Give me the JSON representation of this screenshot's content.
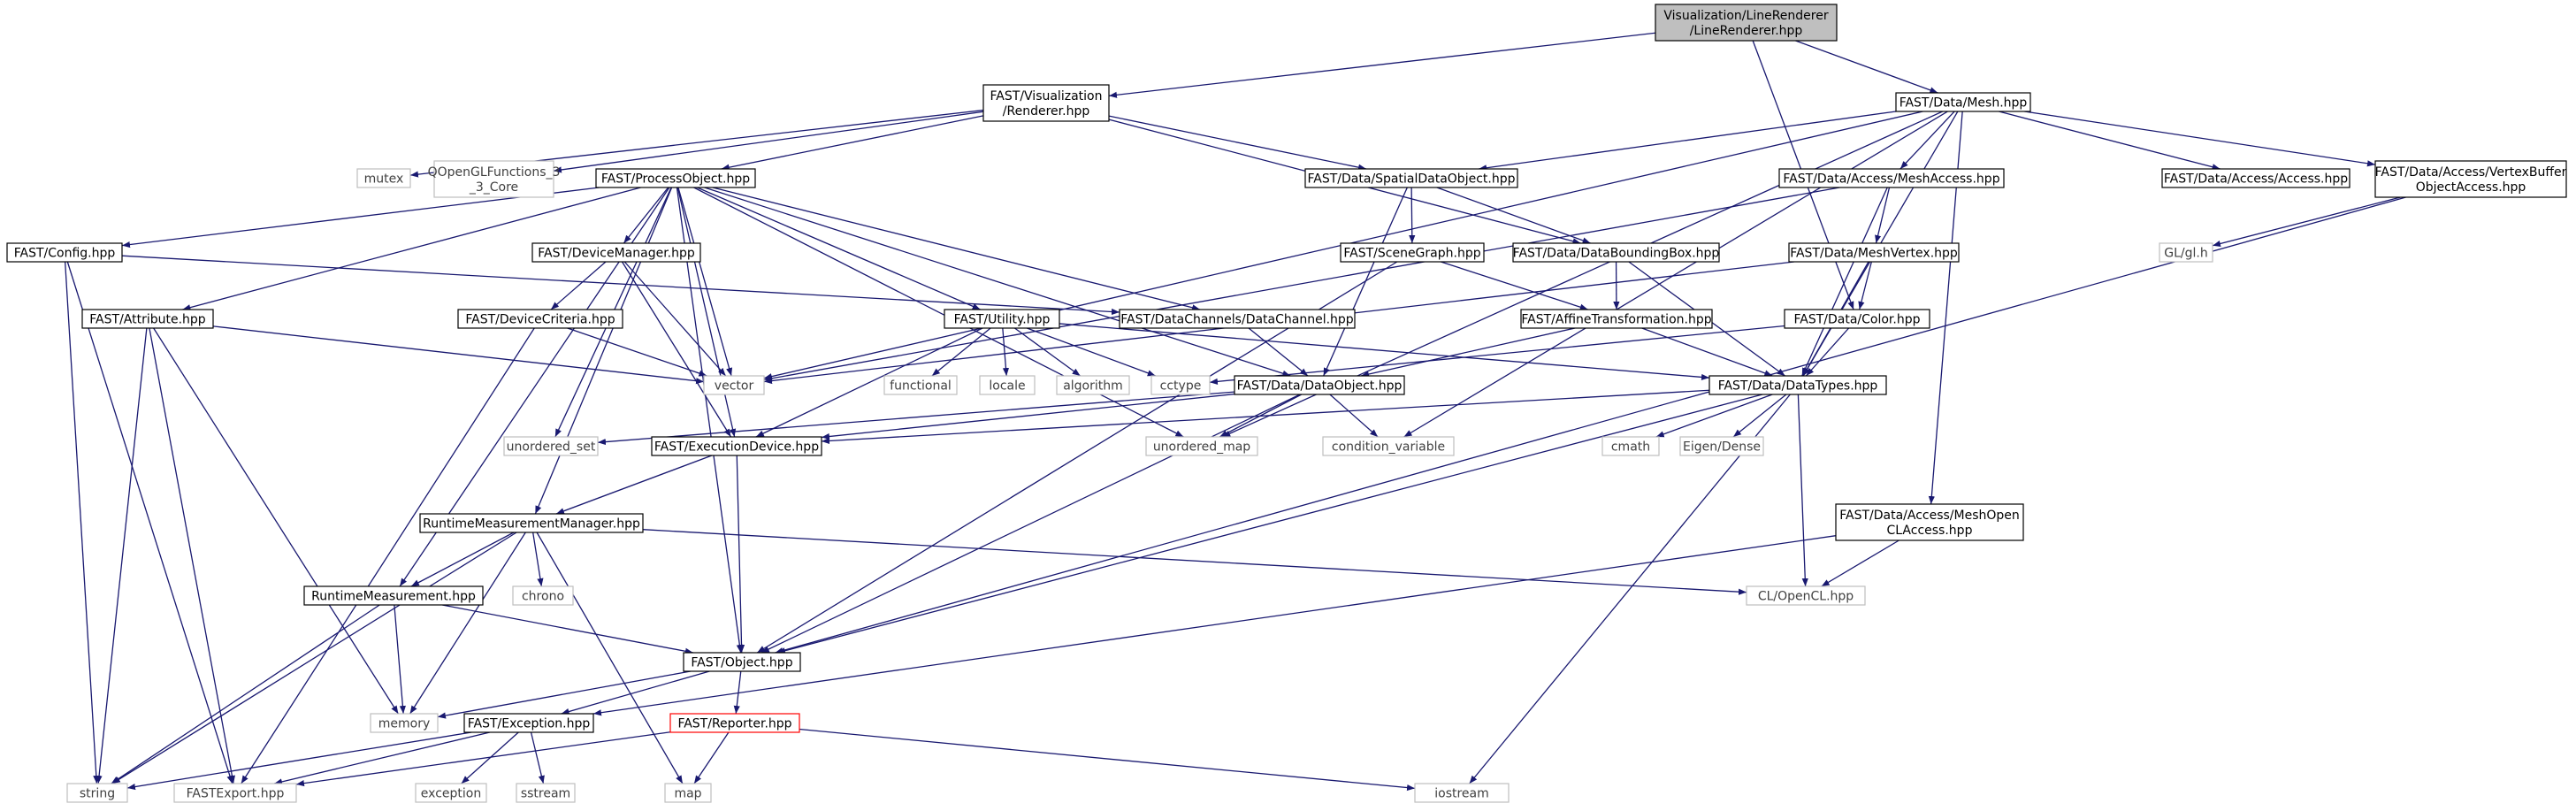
{
  "colors": {
    "edge": "#191970",
    "root_fill": "#bfbfbf",
    "node_border": "#000000",
    "external_border": "#bfbfbf",
    "external_text": "#404040",
    "highlight_border": "#ff0000"
  },
  "nodes": [
    {
      "id": "root",
      "lines": [
        "Visualization/LineRenderer",
        "/LineRenderer.hpp"
      ],
      "kind": "root"
    },
    {
      "id": "renderer",
      "lines": [
        "FAST/Visualization",
        "/Renderer.hpp"
      ],
      "kind": "header"
    },
    {
      "id": "mesh",
      "lines": [
        "FAST/Data/Mesh.hpp"
      ],
      "kind": "header"
    },
    {
      "id": "mutex",
      "lines": [
        "mutex"
      ],
      "kind": "external"
    },
    {
      "id": "qopengl",
      "lines": [
        "QOpenGLFunctions_3",
        "_3_Core"
      ],
      "kind": "external"
    },
    {
      "id": "processobject",
      "lines": [
        "FAST/ProcessObject.hpp"
      ],
      "kind": "header"
    },
    {
      "id": "spatialdataobject",
      "lines": [
        "FAST/Data/SpatialDataObject.hpp"
      ],
      "kind": "header"
    },
    {
      "id": "meshaccess",
      "lines": [
        "FAST/Data/Access/MeshAccess.hpp"
      ],
      "kind": "header"
    },
    {
      "id": "access",
      "lines": [
        "FAST/Data/Access/Access.hpp"
      ],
      "kind": "header"
    },
    {
      "id": "vbo",
      "lines": [
        "FAST/Data/Access/VertexBuffer",
        "ObjectAccess.hpp"
      ],
      "kind": "header"
    },
    {
      "id": "config",
      "lines": [
        "FAST/Config.hpp"
      ],
      "kind": "header"
    },
    {
      "id": "devicemanager",
      "lines": [
        "FAST/DeviceManager.hpp"
      ],
      "kind": "header"
    },
    {
      "id": "scenegraph",
      "lines": [
        "FAST/SceneGraph.hpp"
      ],
      "kind": "header"
    },
    {
      "id": "databbox",
      "lines": [
        "FAST/Data/DataBoundingBox.hpp"
      ],
      "kind": "header"
    },
    {
      "id": "meshvertex",
      "lines": [
        "FAST/Data/MeshVertex.hpp"
      ],
      "kind": "header"
    },
    {
      "id": "glh",
      "lines": [
        "GL/gl.h"
      ],
      "kind": "external"
    },
    {
      "id": "attribute",
      "lines": [
        "FAST/Attribute.hpp"
      ],
      "kind": "header"
    },
    {
      "id": "devicecriteria",
      "lines": [
        "FAST/DeviceCriteria.hpp"
      ],
      "kind": "header"
    },
    {
      "id": "utility",
      "lines": [
        "FAST/Utility.hpp"
      ],
      "kind": "header"
    },
    {
      "id": "datachannel",
      "lines": [
        "FAST/DataChannels/DataChannel.hpp"
      ],
      "kind": "header"
    },
    {
      "id": "affine",
      "lines": [
        "FAST/AffineTransformation.hpp"
      ],
      "kind": "header"
    },
    {
      "id": "color",
      "lines": [
        "FAST/Data/Color.hpp"
      ],
      "kind": "header"
    },
    {
      "id": "vector",
      "lines": [
        "vector"
      ],
      "kind": "external"
    },
    {
      "id": "functional",
      "lines": [
        "functional"
      ],
      "kind": "external"
    },
    {
      "id": "locale",
      "lines": [
        "locale"
      ],
      "kind": "external"
    },
    {
      "id": "algorithm",
      "lines": [
        "algorithm"
      ],
      "kind": "external"
    },
    {
      "id": "cctype",
      "lines": [
        "cctype"
      ],
      "kind": "external"
    },
    {
      "id": "dataobject",
      "lines": [
        "FAST/Data/DataObject.hpp"
      ],
      "kind": "header"
    },
    {
      "id": "datatypes",
      "lines": [
        "FAST/Data/DataTypes.hpp"
      ],
      "kind": "header"
    },
    {
      "id": "unordered_set",
      "lines": [
        "unordered_set"
      ],
      "kind": "external"
    },
    {
      "id": "executiondevice",
      "lines": [
        "FAST/ExecutionDevice.hpp"
      ],
      "kind": "header"
    },
    {
      "id": "unordered_map",
      "lines": [
        "unordered_map"
      ],
      "kind": "external"
    },
    {
      "id": "condvar",
      "lines": [
        "condition_variable"
      ],
      "kind": "external"
    },
    {
      "id": "cmath",
      "lines": [
        "cmath"
      ],
      "kind": "external"
    },
    {
      "id": "eigen",
      "lines": [
        "Eigen/Dense"
      ],
      "kind": "external"
    },
    {
      "id": "rmm",
      "lines": [
        "RuntimeMeasurementManager.hpp"
      ],
      "kind": "header"
    },
    {
      "id": "meshopencl",
      "lines": [
        "FAST/Data/Access/MeshOpen",
        "CLAccess.hpp"
      ],
      "kind": "header"
    },
    {
      "id": "rm",
      "lines": [
        "RuntimeMeasurement.hpp"
      ],
      "kind": "header"
    },
    {
      "id": "chrono",
      "lines": [
        "chrono"
      ],
      "kind": "external"
    },
    {
      "id": "opencl",
      "lines": [
        "CL/OpenCL.hpp"
      ],
      "kind": "external"
    },
    {
      "id": "object",
      "lines": [
        "FAST/Object.hpp"
      ],
      "kind": "header"
    },
    {
      "id": "memory",
      "lines": [
        "memory"
      ],
      "kind": "external"
    },
    {
      "id": "exception",
      "lines": [
        "FAST/Exception.hpp"
      ],
      "kind": "header"
    },
    {
      "id": "reporter",
      "lines": [
        "FAST/Reporter.hpp"
      ],
      "kind": "highlight"
    },
    {
      "id": "string",
      "lines": [
        "string"
      ],
      "kind": "external"
    },
    {
      "id": "fastexport",
      "lines": [
        "FASTExport.hpp"
      ],
      "kind": "external"
    },
    {
      "id": "exception_std",
      "lines": [
        "exception"
      ],
      "kind": "external"
    },
    {
      "id": "sstream",
      "lines": [
        "sstream"
      ],
      "kind": "external"
    },
    {
      "id": "map",
      "lines": [
        "map"
      ],
      "kind": "external"
    },
    {
      "id": "iostream",
      "lines": [
        "iostream"
      ],
      "kind": "external"
    }
  ],
  "edges": [
    [
      "root",
      "renderer"
    ],
    [
      "root",
      "mesh"
    ],
    [
      "root",
      "color"
    ],
    [
      "renderer",
      "mutex"
    ],
    [
      "renderer",
      "qopengl"
    ],
    [
      "renderer",
      "processobject"
    ],
    [
      "renderer",
      "spatialdataobject"
    ],
    [
      "renderer",
      "databbox"
    ],
    [
      "mesh",
      "spatialdataobject"
    ],
    [
      "mesh",
      "meshaccess"
    ],
    [
      "mesh",
      "access"
    ],
    [
      "mesh",
      "vbo"
    ],
    [
      "mesh",
      "vector"
    ],
    [
      "mesh",
      "datatypes"
    ],
    [
      "mesh",
      "meshopencl"
    ],
    [
      "mesh",
      "unordered_map"
    ],
    [
      "mesh",
      "condvar"
    ],
    [
      "processobject",
      "config"
    ],
    [
      "processobject",
      "attribute"
    ],
    [
      "processobject",
      "devicemanager"
    ],
    [
      "processobject",
      "utility"
    ],
    [
      "processobject",
      "datachannel"
    ],
    [
      "processobject",
      "dataobject"
    ],
    [
      "processobject",
      "vector"
    ],
    [
      "processobject",
      "unordered_set"
    ],
    [
      "processobject",
      "executiondevice"
    ],
    [
      "processobject",
      "unordered_map"
    ],
    [
      "processobject",
      "rmm"
    ],
    [
      "processobject",
      "rm"
    ],
    [
      "processobject",
      "object"
    ],
    [
      "spatialdataobject",
      "scenegraph"
    ],
    [
      "spatialdataobject",
      "databbox"
    ],
    [
      "spatialdataobject",
      "dataobject"
    ],
    [
      "meshaccess",
      "meshvertex"
    ],
    [
      "meshaccess",
      "datatypes"
    ],
    [
      "meshaccess",
      "vector"
    ],
    [
      "vbo",
      "glh"
    ],
    [
      "vbo",
      "object"
    ],
    [
      "config",
      "fastexport"
    ],
    [
      "config",
      "string"
    ],
    [
      "config",
      "datachannel"
    ],
    [
      "devicemanager",
      "devicecriteria"
    ],
    [
      "devicemanager",
      "vector"
    ],
    [
      "devicemanager",
      "executiondevice"
    ],
    [
      "scenegraph",
      "affine"
    ],
    [
      "scenegraph",
      "object"
    ],
    [
      "databbox",
      "affine"
    ],
    [
      "databbox",
      "datatypes"
    ],
    [
      "meshvertex",
      "color"
    ],
    [
      "meshvertex",
      "datatypes"
    ],
    [
      "meshvertex",
      "vector"
    ],
    [
      "attribute",
      "vector"
    ],
    [
      "attribute",
      "string"
    ],
    [
      "attribute",
      "memory"
    ],
    [
      "attribute",
      "fastexport"
    ],
    [
      "devicecriteria",
      "vector"
    ],
    [
      "devicecriteria",
      "fastexport"
    ],
    [
      "utility",
      "functional"
    ],
    [
      "utility",
      "locale"
    ],
    [
      "utility",
      "algorithm"
    ],
    [
      "utility",
      "cctype"
    ],
    [
      "utility",
      "datatypes"
    ],
    [
      "utility",
      "executiondevice"
    ],
    [
      "datachannel",
      "dataobject"
    ],
    [
      "affine",
      "datatypes"
    ],
    [
      "affine",
      "dataobject"
    ],
    [
      "color",
      "datatypes"
    ],
    [
      "color",
      "cctype"
    ],
    [
      "dataobject",
      "unordered_set"
    ],
    [
      "dataobject",
      "executiondevice"
    ],
    [
      "dataobject",
      "unordered_map"
    ],
    [
      "dataobject",
      "condvar"
    ],
    [
      "dataobject",
      "object"
    ],
    [
      "datatypes",
      "cmath"
    ],
    [
      "datatypes",
      "eigen"
    ],
    [
      "datatypes",
      "opencl"
    ],
    [
      "datatypes",
      "executiondevice"
    ],
    [
      "datatypes",
      "object"
    ],
    [
      "datatypes",
      "iostream"
    ],
    [
      "executiondevice",
      "rmm"
    ],
    [
      "executiondevice",
      "object"
    ],
    [
      "rmm",
      "rm"
    ],
    [
      "rmm",
      "chrono"
    ],
    [
      "rmm",
      "opencl"
    ],
    [
      "rmm",
      "memory"
    ],
    [
      "rmm",
      "string"
    ],
    [
      "rmm",
      "map"
    ],
    [
      "meshopencl",
      "opencl"
    ],
    [
      "meshopencl",
      "exception"
    ],
    [
      "rm",
      "object"
    ],
    [
      "rm",
      "memory"
    ],
    [
      "rm",
      "string"
    ],
    [
      "object",
      "memory"
    ],
    [
      "object",
      "exception"
    ],
    [
      "object",
      "reporter"
    ],
    [
      "exception",
      "exception_std"
    ],
    [
      "exception",
      "sstream"
    ],
    [
      "exception",
      "string"
    ],
    [
      "exception",
      "fastexport"
    ],
    [
      "reporter",
      "map"
    ],
    [
      "reporter",
      "iostream"
    ],
    [
      "reporter",
      "fastexport"
    ]
  ]
}
